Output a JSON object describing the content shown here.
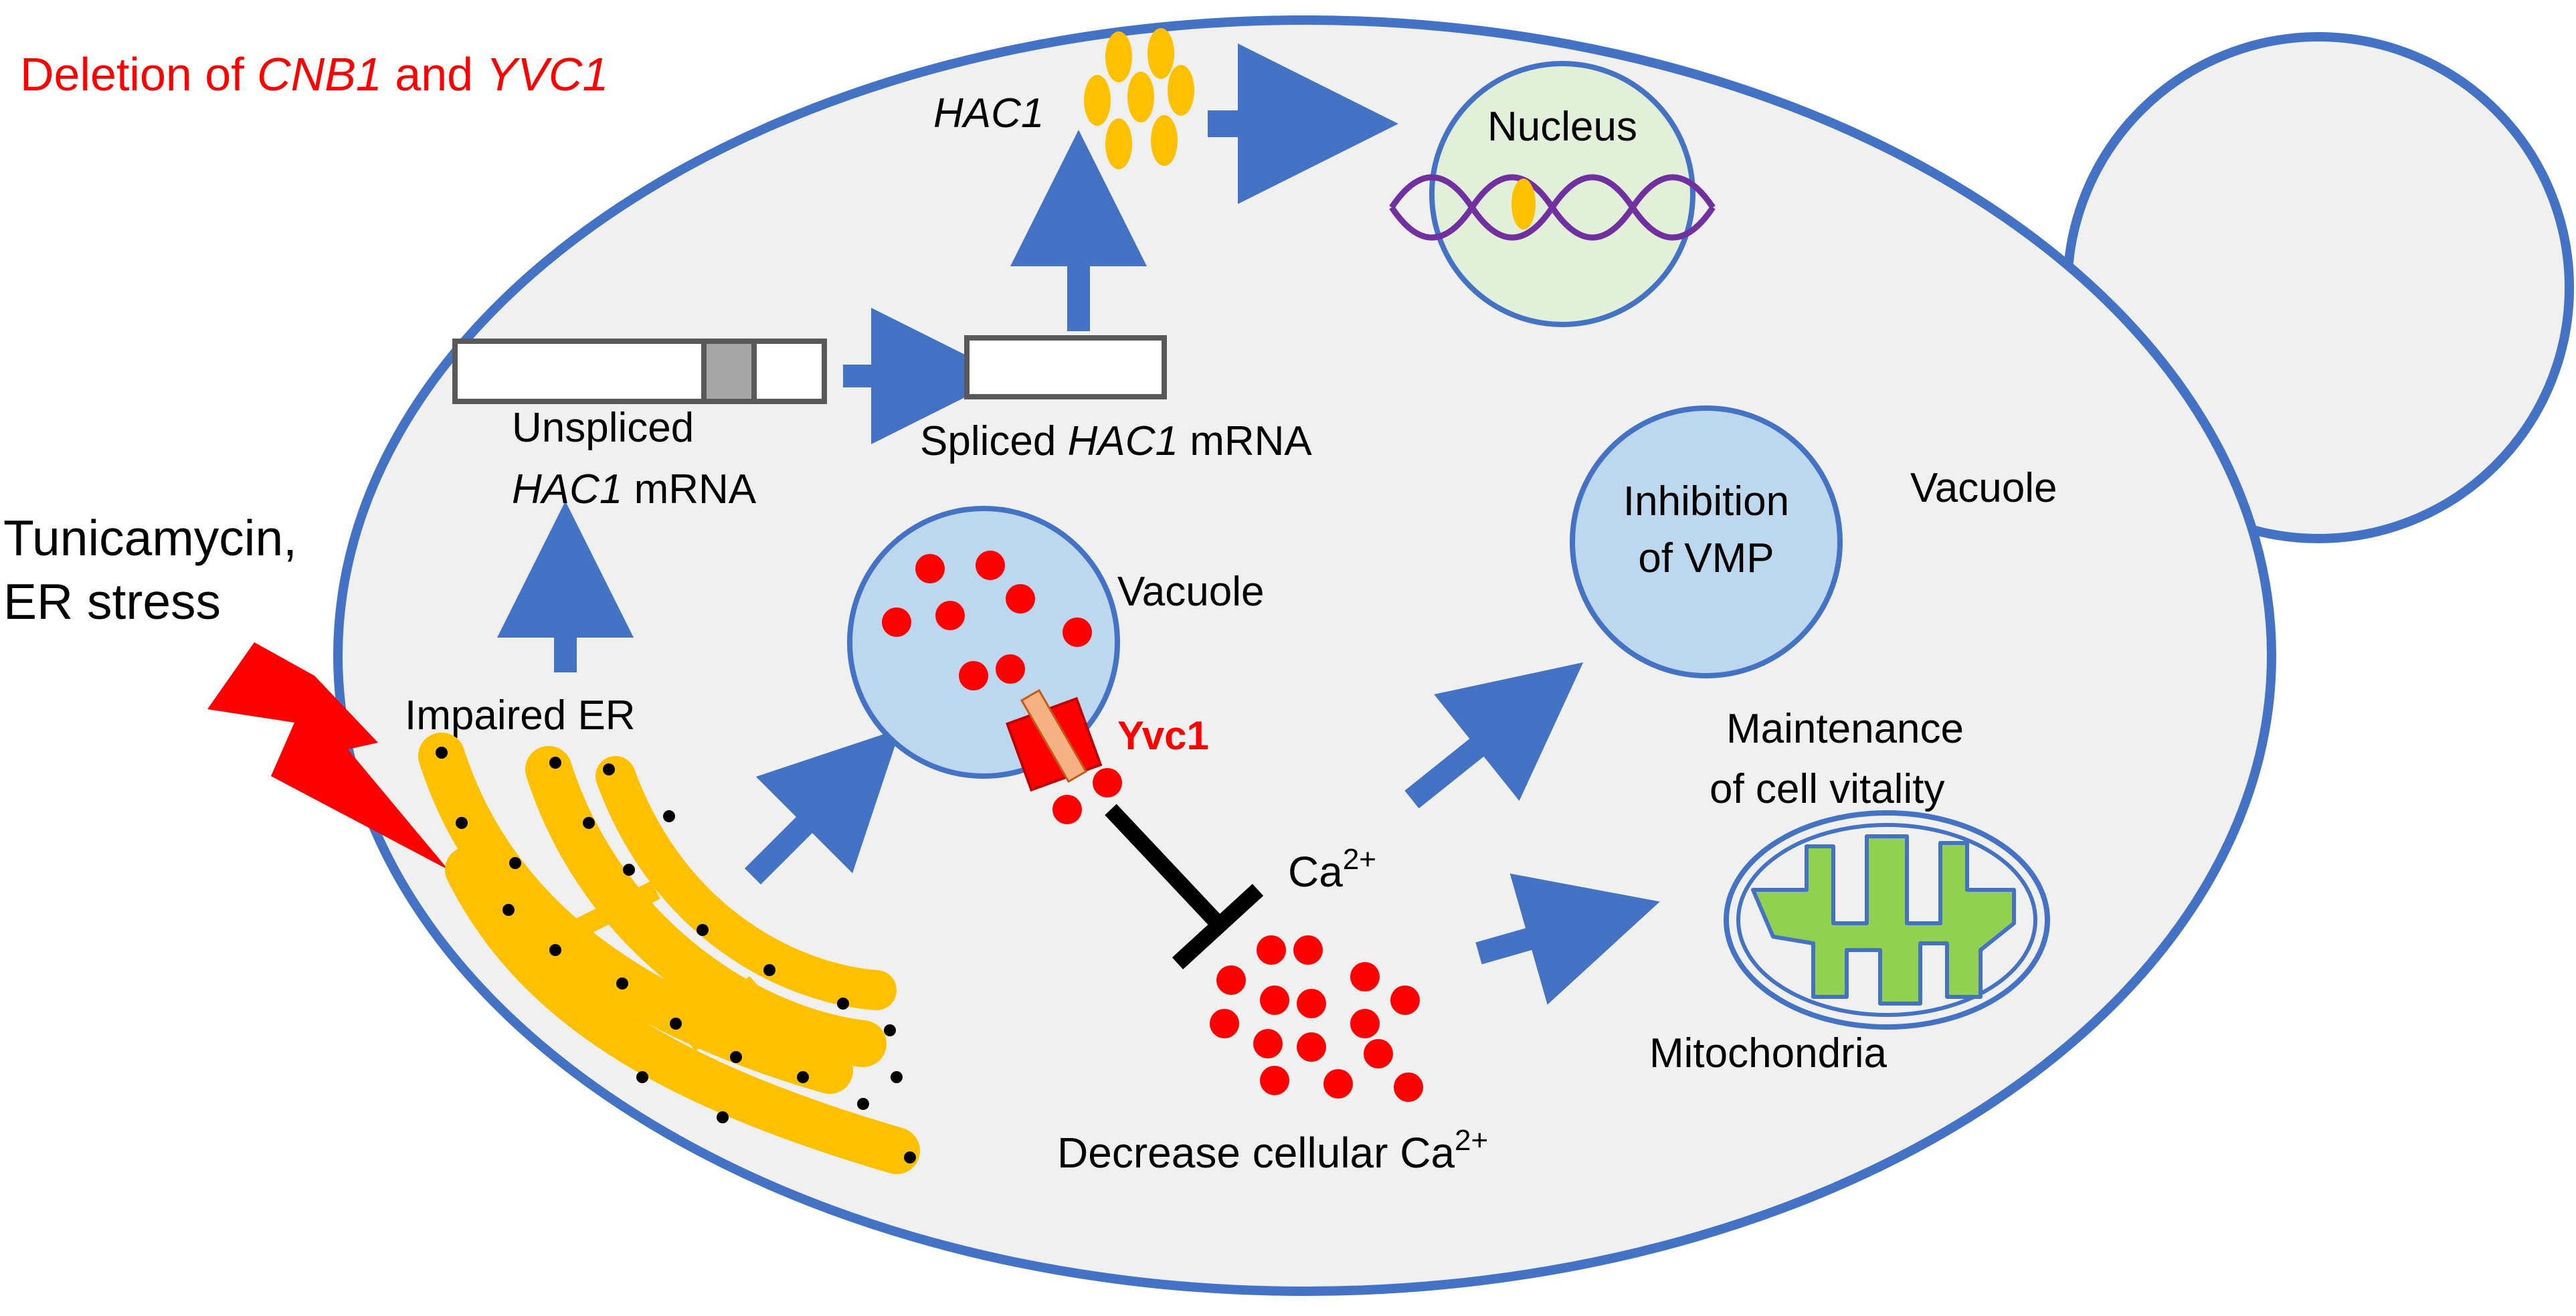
{
  "header": {
    "prefix": "Deletion of ",
    "gene1": "CNB1",
    "conj": " and ",
    "gene2": "YVC1"
  },
  "stress": {
    "line1": "Tunicamycin,",
    "line2": "ER stress"
  },
  "er": {
    "label": "Impaired ER"
  },
  "unspliced": {
    "gene": "Unspliced",
    "line2_gene": "HAC1",
    "line2_rest": " mRNA"
  },
  "spliced": {
    "prefix": "Spliced ",
    "gene": "HAC1",
    "rest": " mRNA"
  },
  "hac1_protein": {
    "label": "HAC1"
  },
  "nucleus": {
    "label": "Nucleus"
  },
  "vacuole_top": {
    "label": "Vacuole",
    "channel_label": "Yvc1"
  },
  "vacuole_right": {
    "label": "Vacuole",
    "inner_line1": "Inhibition",
    "inner_line2": "of VMP"
  },
  "calcium": {
    "label": "Ca",
    "sup": "2+",
    "decrease_text": "Decrease cellular Ca",
    "decrease_sup": "2+"
  },
  "mito": {
    "top_line1": "Maintenance",
    "top_line2": "of cell vitality",
    "label": "Mitochondria"
  },
  "colors": {
    "cell_fill": "#f0f0f0",
    "membrane": "#4472c4",
    "arrow": "#4472c4",
    "calcium_dot": "#ff0000",
    "hac1_protein": "#ffc000",
    "er": "#ffc000",
    "vacuole_fill": "#bdd7ee",
    "nucleus_fill": "#e2efd9",
    "dna": "#7030a0",
    "mito_cristae": "#92d050",
    "inhibitor": "#000000",
    "header_text": "#ff0000"
  }
}
